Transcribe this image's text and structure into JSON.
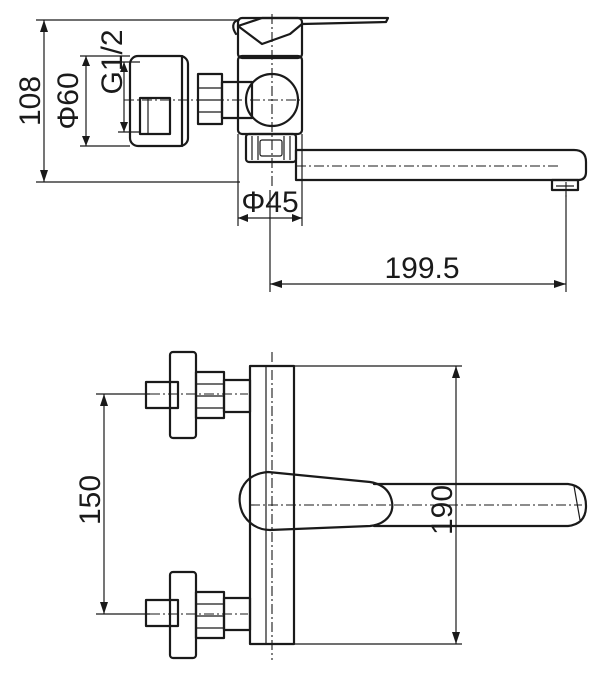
{
  "drawing": {
    "side_view": {
      "height_label": "108",
      "thread_label": "G1/2",
      "body_diameter_label": "Φ60",
      "mixer_diameter_label": "Φ45",
      "spout_reach_label": "199.5"
    },
    "top_view": {
      "inlet_spacing_label": "150",
      "body_length_label": "190"
    }
  }
}
